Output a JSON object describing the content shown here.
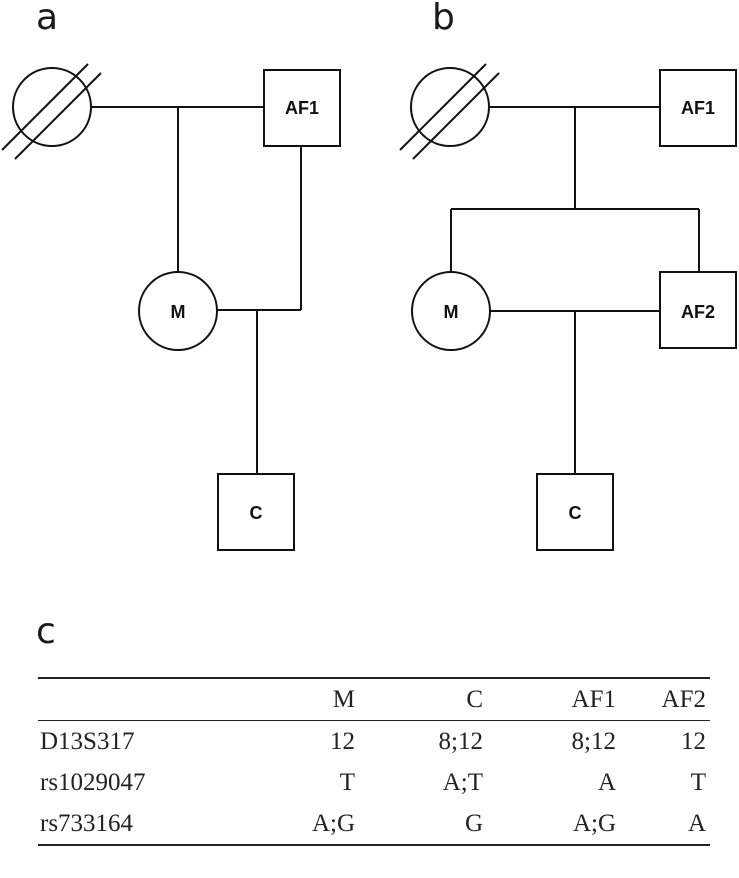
{
  "panels": {
    "a": {
      "letter": "a",
      "nodes": {
        "father1": "AF1",
        "mother": "M",
        "child": "C"
      }
    },
    "b": {
      "letter": "b",
      "nodes": {
        "father1": "AF1",
        "father2": "AF2",
        "mother": "M",
        "child": "C"
      }
    },
    "c": {
      "letter": "c"
    }
  },
  "table": {
    "headers": [
      "",
      "M",
      "C",
      "AF1",
      "AF2"
    ],
    "rows": [
      {
        "marker": "D13S317",
        "values": [
          "12",
          "8;12",
          "8;12",
          "12"
        ]
      },
      {
        "marker": "rs1029047",
        "values": [
          "T",
          "A;T",
          "A",
          "T"
        ]
      },
      {
        "marker": "rs733164",
        "values": [
          "A;G",
          "G",
          "A;G",
          "A"
        ]
      }
    ]
  }
}
